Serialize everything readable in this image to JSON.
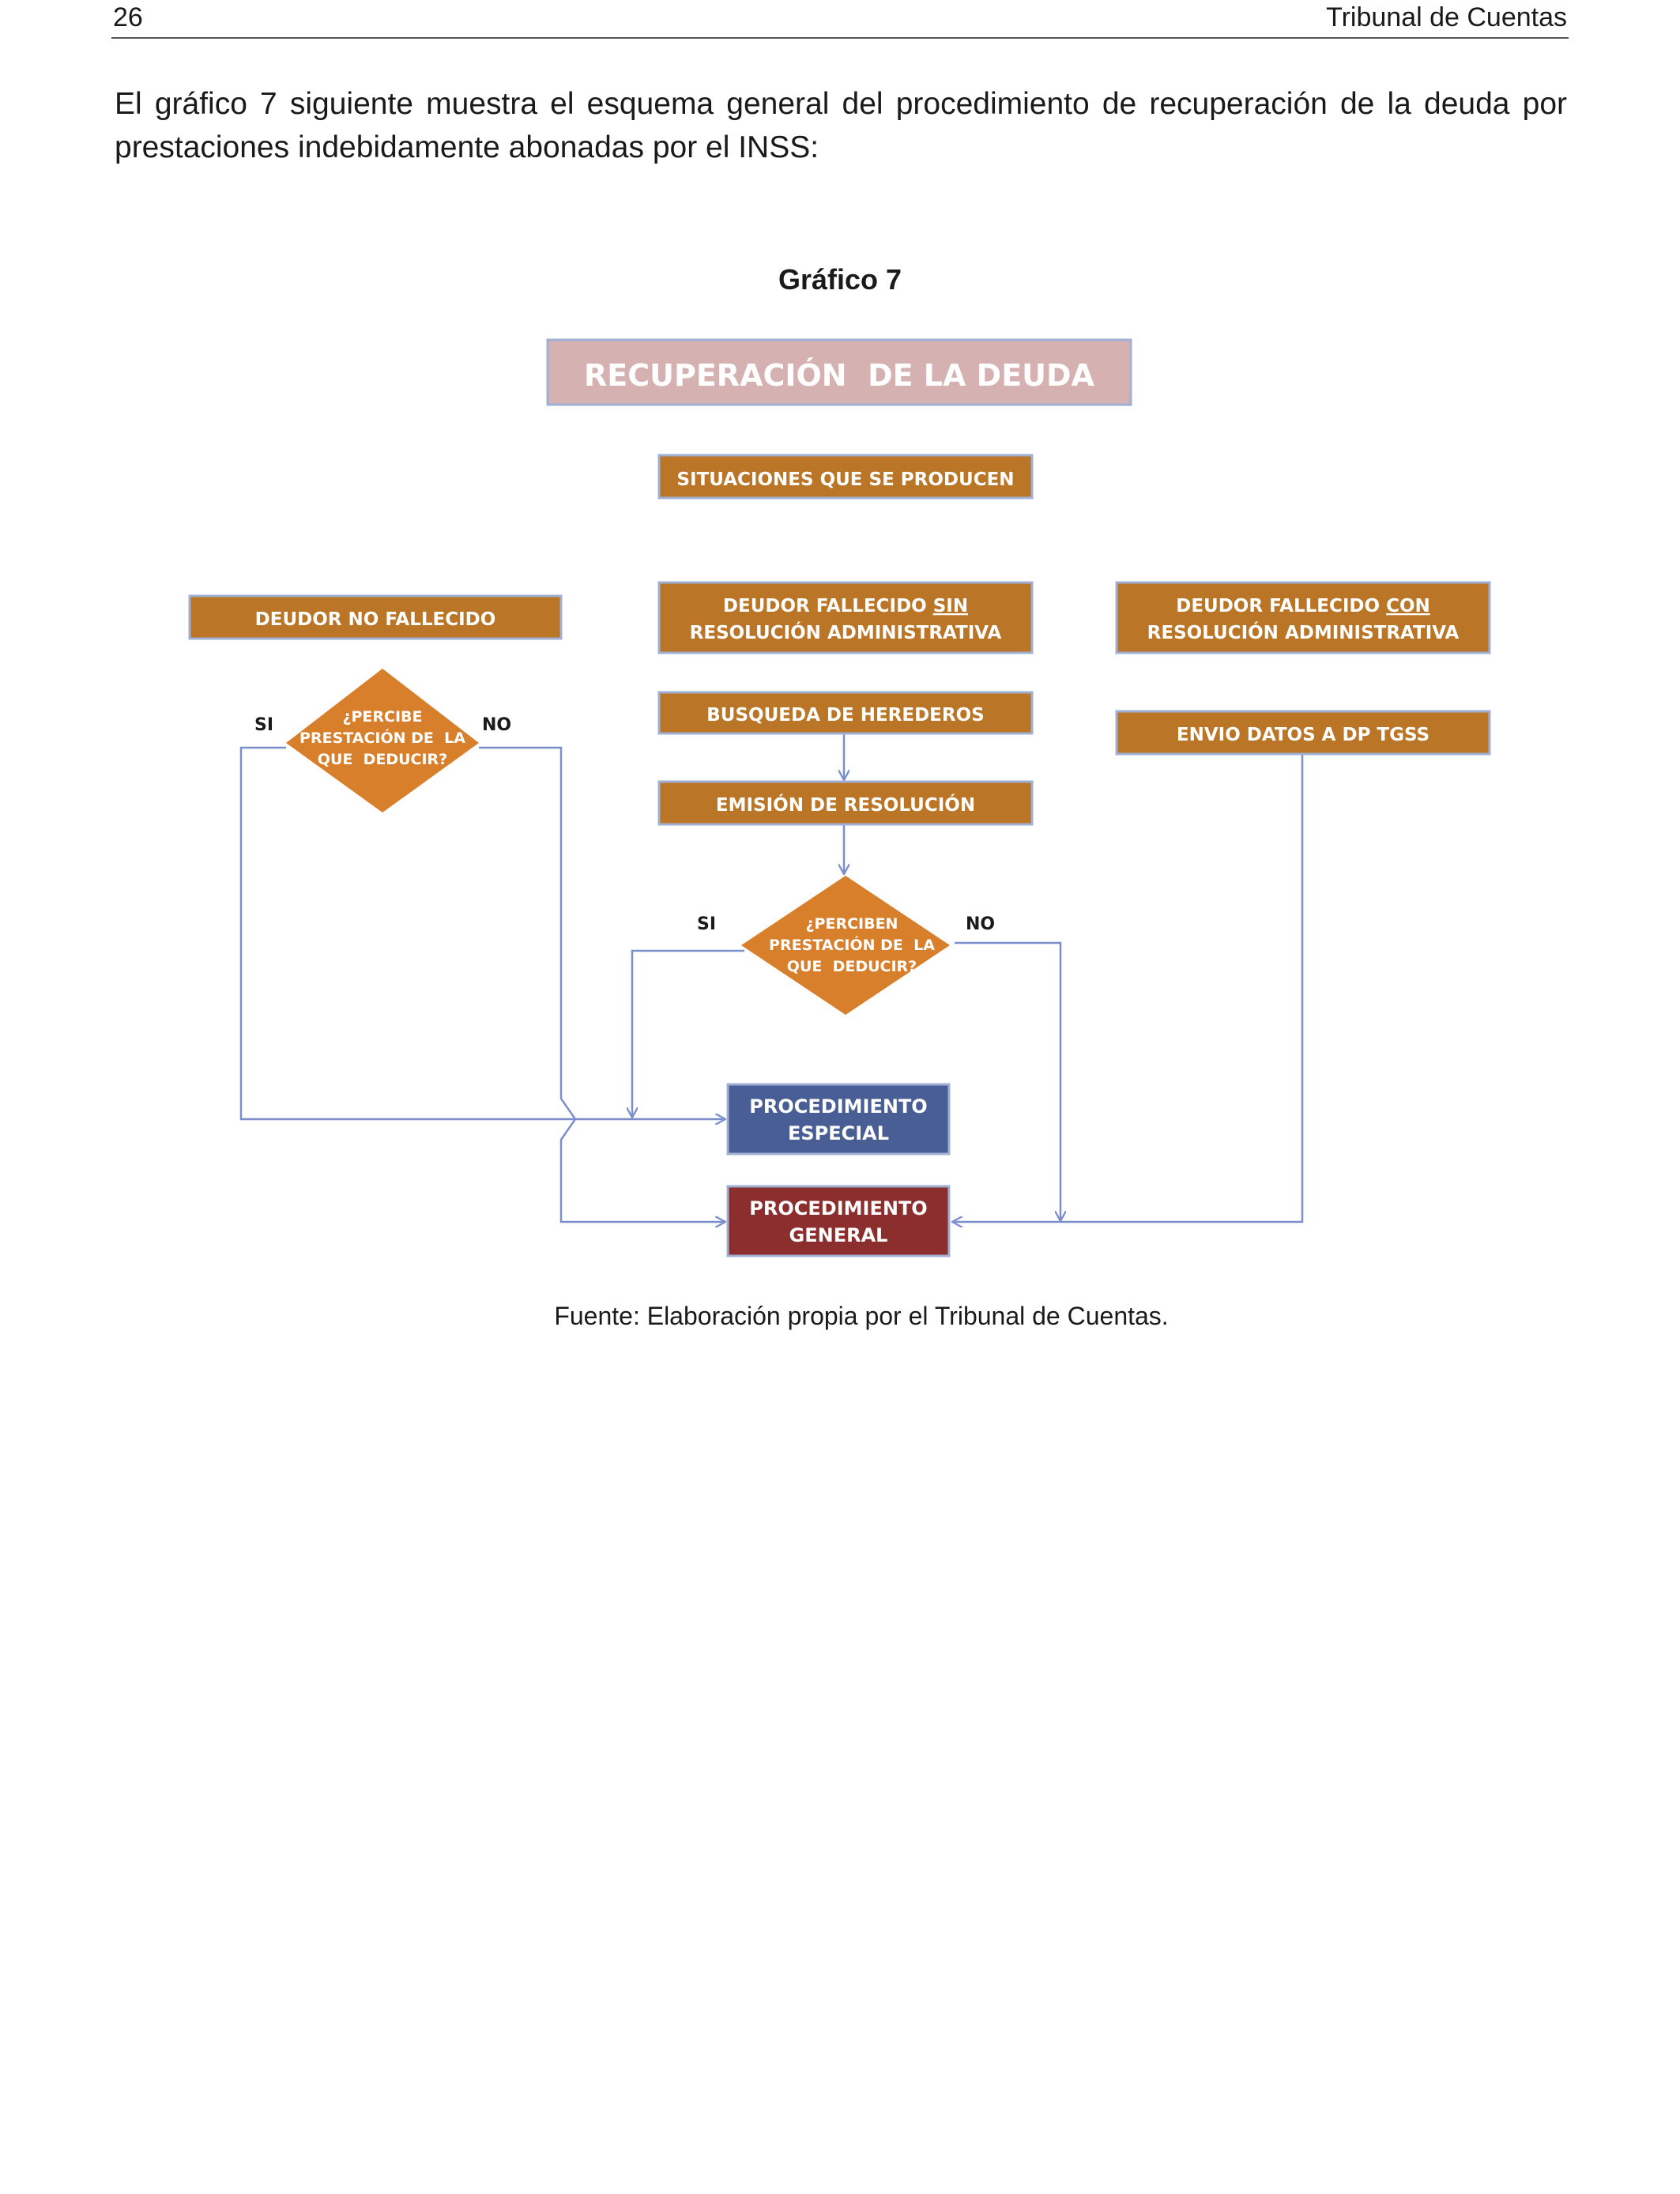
{
  "header": {
    "page_number": "26",
    "running_title": "Tribunal de Cuentas"
  },
  "intro": "El gráfico 7 siguiente muestra el esquema general del procedimiento de recuperación de la deuda por prestaciones indebidamente abonadas por el INSS:",
  "figure": {
    "title": "Gráfico 7",
    "source": "Fuente: Elaboración propia por el Tribunal de Cuentas.",
    "colors": {
      "header_box": "#D5B1B2",
      "orange_box": "#BA7526",
      "diamond": "#D87F2B",
      "especial": "#485E95",
      "general": "#8C2E2D",
      "connector": "#7A8FCB"
    },
    "nodes": {
      "main_title": "RECUPERACIÓN  DE LA DEUDA",
      "situaciones": "SITUACIONES QUE SE PRODUCEN",
      "deudor_no_fallecido": "DEUDOR NO FALLECIDO",
      "fallecido_sin": {
        "line1_prefix": "DEUDOR FALLECIDO ",
        "line1_emph": "SIN",
        "line2": "RESOLUCIÓN ADMINISTRATIVA"
      },
      "fallecido_con": {
        "line1_prefix": "DEUDOR FALLECIDO ",
        "line1_emph": "CON",
        "line2": "RESOLUCIÓN ADMINISTRATIVA"
      },
      "busqueda": "BUSQUEDA DE HEREDEROS",
      "emision": "EMISIÓN DE RESOLUCIÓN",
      "envio": "ENVIO DATOS A DP TGSS",
      "diamond_left": [
        "¿PERCIBE",
        "PRESTACIÓN DE  LA",
        "QUE  DEDUCIR?"
      ],
      "diamond_center": [
        "¿PERCIBEN",
        "PRESTACIÓN DE  LA",
        "QUE  DEDUCIR?"
      ],
      "especial": [
        "PROCEDIMIENTO",
        "ESPECIAL"
      ],
      "general": [
        "PROCEDIMIENTO",
        "GENERAL"
      ]
    },
    "edge_labels": {
      "left_si": "SI",
      "left_no": "NO",
      "center_si": "SI",
      "center_no": "NO"
    }
  }
}
